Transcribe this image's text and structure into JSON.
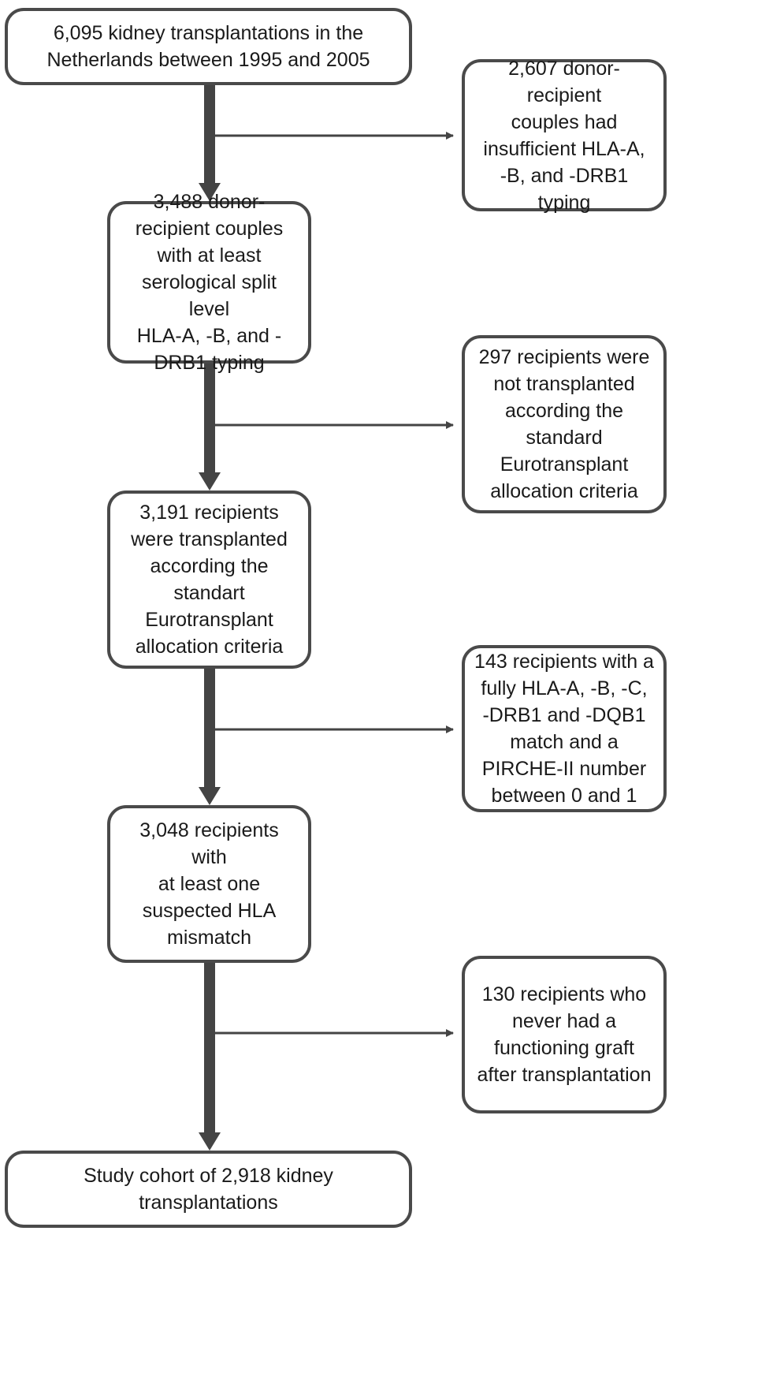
{
  "flowchart": {
    "start": "6,095 kidney transplantations in the\nNetherlands between 1995 and 2005",
    "excluded_1": "2,607 donor-recipient\ncouples had\ninsufficient HLA-A,\n-B, and -DRB1 typing",
    "step_2": "3,488 donor-\nrecipient couples\nwith at least\nserological split level\nHLA-A, -B, and -\nDRB1 typing",
    "excluded_2": "297 recipients were\nnot transplanted\naccording the\nstandard\nEurotransplant\nallocation criteria",
    "step_3": "3,191 recipients\nwere transplanted\naccording the\nstandart\nEurotransplant\nallocation criteria",
    "excluded_3": "143 recipients with a\nfully HLA-A, -B, -C,\n-DRB1 and -DQB1\nmatch and a\nPIRCHE-II number\nbetween 0 and 1",
    "step_4": "3,048 recipients with\nat least one\nsuspected HLA\nmismatch",
    "excluded_4": "130 recipients who\nnever had a\nfunctioning graft\nafter transplantation",
    "end": "Study cohort of 2,918 kidney\ntransplantations"
  },
  "colors": {
    "border": "#4a4a4a",
    "arrow": "#444444",
    "text": "#1a1a1a"
  }
}
